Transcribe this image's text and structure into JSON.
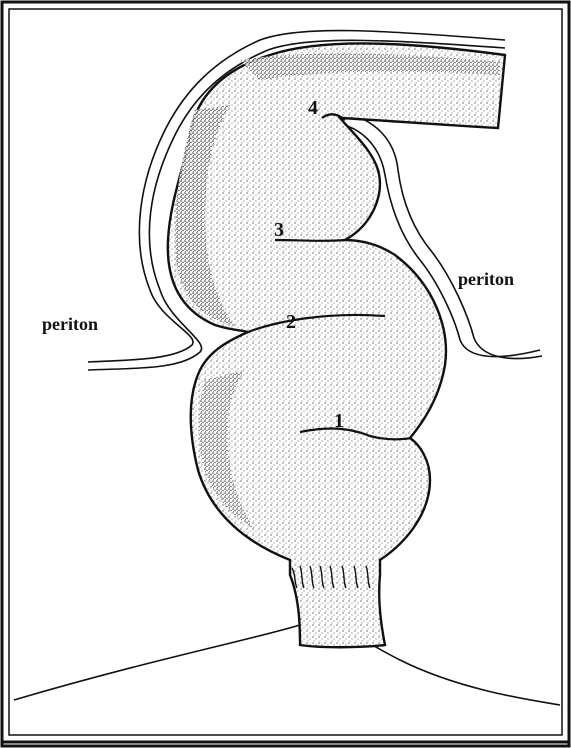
{
  "labels": {
    "peritoneum_left": "periton",
    "peritoneum_right": "periton",
    "valve_1": "1",
    "valve_2": "2",
    "valve_3": "3",
    "valve_4": "4"
  },
  "colors": {
    "ink": "#111111",
    "paper": "#ffffff"
  }
}
